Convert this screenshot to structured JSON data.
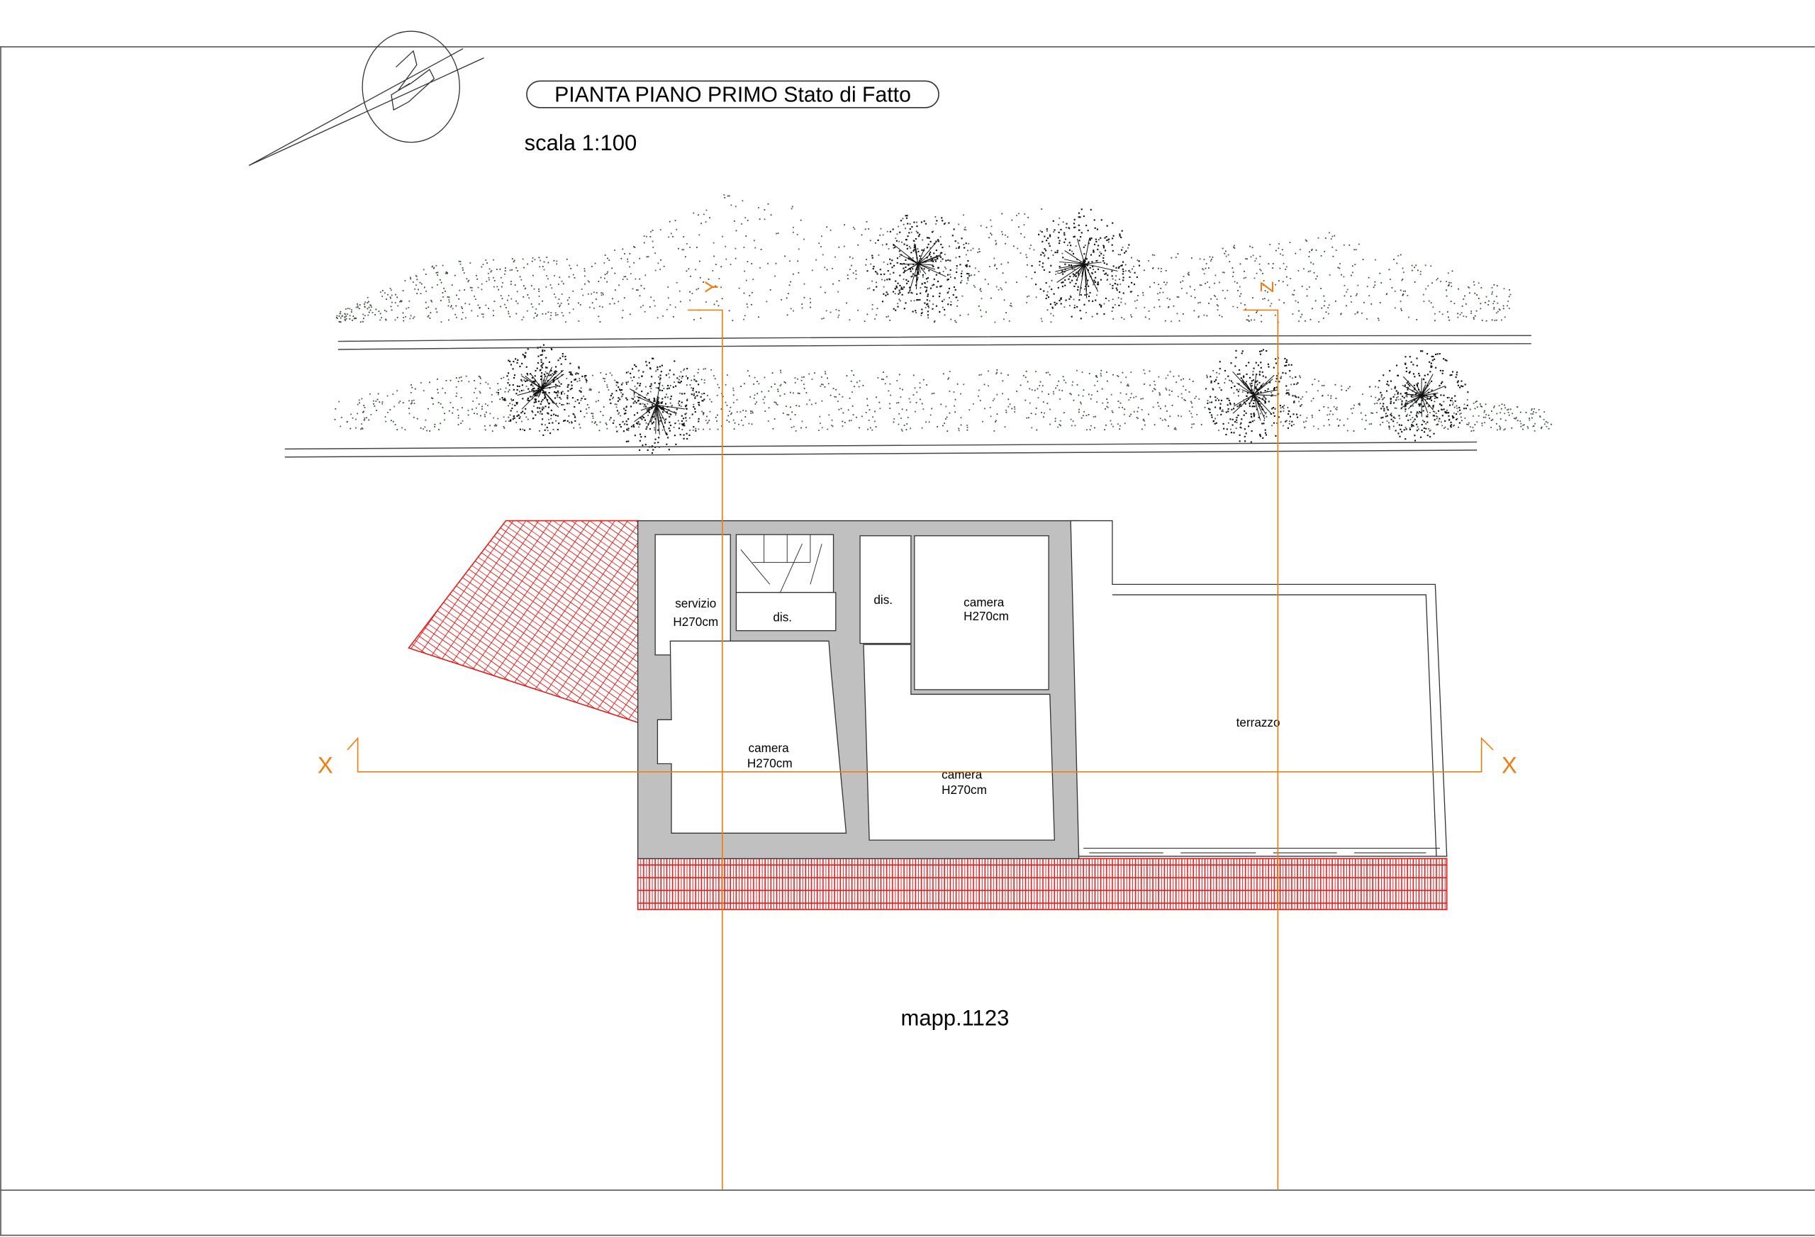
{
  "drawing": {
    "title": "PIANTA PIANO PRIMO Stato di Fatto",
    "scale": "scala 1:100",
    "parcel": "mapp.1123",
    "north_symbol": "N"
  },
  "section_markers": {
    "x_left": "X",
    "x_right": "X",
    "y": "Y",
    "z": "Z"
  },
  "rooms": {
    "servizio": {
      "name": "servizio",
      "height": "H270cm"
    },
    "dis_left": {
      "name": "dis."
    },
    "dis_right": {
      "name": "dis."
    },
    "camera_top_right": {
      "name": "camera",
      "height": "H270cm"
    },
    "camera_left": {
      "name": "camera",
      "height": "H270cm"
    },
    "camera_center": {
      "name": "camera",
      "height": "H270cm"
    },
    "terrazzo": {
      "name": "terrazzo"
    }
  },
  "colors": {
    "section_line": "#f07d10",
    "wall": "#c0c0c0",
    "roof_tiles": "#e0201e",
    "vegetation": "#1a3a1a"
  }
}
